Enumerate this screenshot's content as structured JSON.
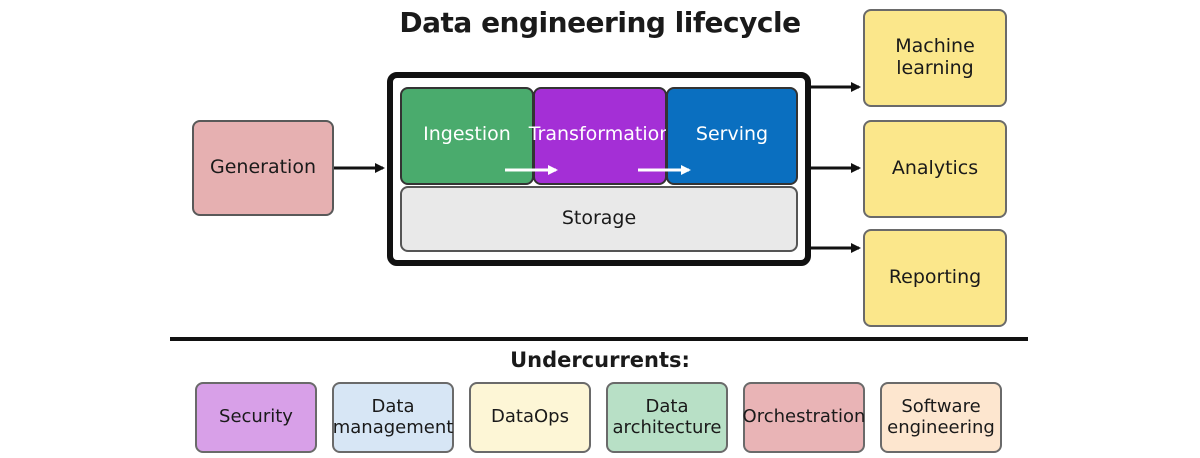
{
  "title": "Data engineering lifecycle",
  "generation": "Generation",
  "stages": {
    "ingestion": "Ingestion",
    "transformation": "Transformation",
    "serving": "Serving",
    "storage": "Storage"
  },
  "outputs": {
    "machine_learning": "Machine\nlearning",
    "analytics": "Analytics",
    "reporting": "Reporting"
  },
  "undercurrents_title": "Undercurrents:",
  "undercurrents": [
    {
      "label": "Security",
      "color": "#d8a0e8"
    },
    {
      "label": "Data\nmanagement",
      "color": "#d7e6f5"
    },
    {
      "label": "DataOps",
      "color": "#fdf6d6"
    },
    {
      "label": "Data\narchitecture",
      "color": "#b8e0c6"
    },
    {
      "label": "Orchestration",
      "color": "#e9b4b6"
    },
    {
      "label": "Software\nengineering",
      "color": "#fde6cf"
    }
  ],
  "colors": {
    "generation": "#e6b0b1",
    "ingestion": "#4aab6d",
    "transformation": "#a42fd6",
    "serving": "#0a6fc0",
    "storage": "#e9e9e9",
    "outputs": "#fbe78b"
  }
}
